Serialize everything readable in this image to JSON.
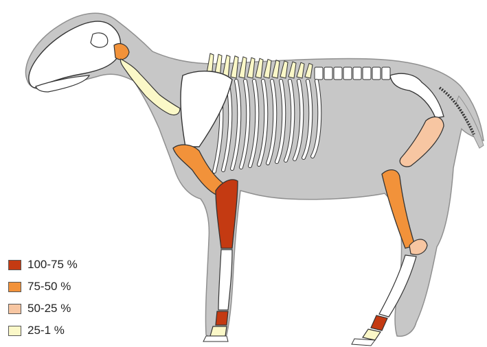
{
  "colors": {
    "background": "#ffffff",
    "silhouette": "#c7c7c7",
    "silhouette_outline": "#8f8f8f",
    "bone_white": "#ffffff",
    "bone_outline": "#333333",
    "class_100_75": "#c43a12",
    "class_75_50": "#f2923a",
    "class_50_25": "#f7c6a2",
    "class_25_1": "#fbf8c8"
  },
  "legend": {
    "items": [
      {
        "label": "100-75 %",
        "color": "#c43a12"
      },
      {
        "label": "75-50 %",
        "color": "#f2923a"
      },
      {
        "label": "50-25 %",
        "color": "#f7c6a2"
      },
      {
        "label": "25-1 %",
        "color": "#fbf8c8"
      }
    ]
  },
  "elements": [
    {
      "name": "skull",
      "category": "none"
    },
    {
      "name": "atlas",
      "category": "75-50"
    },
    {
      "name": "cervical-vertebrae",
      "category": "25-1"
    },
    {
      "name": "thoracic-spines",
      "category": "25-1"
    },
    {
      "name": "lumbar-vertebrae",
      "category": "none"
    },
    {
      "name": "pelvis",
      "category": "none"
    },
    {
      "name": "scapula",
      "category": "none"
    },
    {
      "name": "humerus",
      "category": "75-50"
    },
    {
      "name": "radius-ulna",
      "category": "100-75"
    },
    {
      "name": "front-metacarpal",
      "category": "none"
    },
    {
      "name": "front-phalanx-proximal",
      "category": "100-75"
    },
    {
      "name": "front-phalanx-distal",
      "category": "25-1"
    },
    {
      "name": "femur",
      "category": "50-25"
    },
    {
      "name": "tibia",
      "category": "75-50"
    },
    {
      "name": "tarsal",
      "category": "50-25"
    },
    {
      "name": "hind-metatarsal",
      "category": "none"
    },
    {
      "name": "hind-phalanx-proximal",
      "category": "100-75"
    },
    {
      "name": "hind-phalanx-distal",
      "category": "25-1"
    }
  ]
}
